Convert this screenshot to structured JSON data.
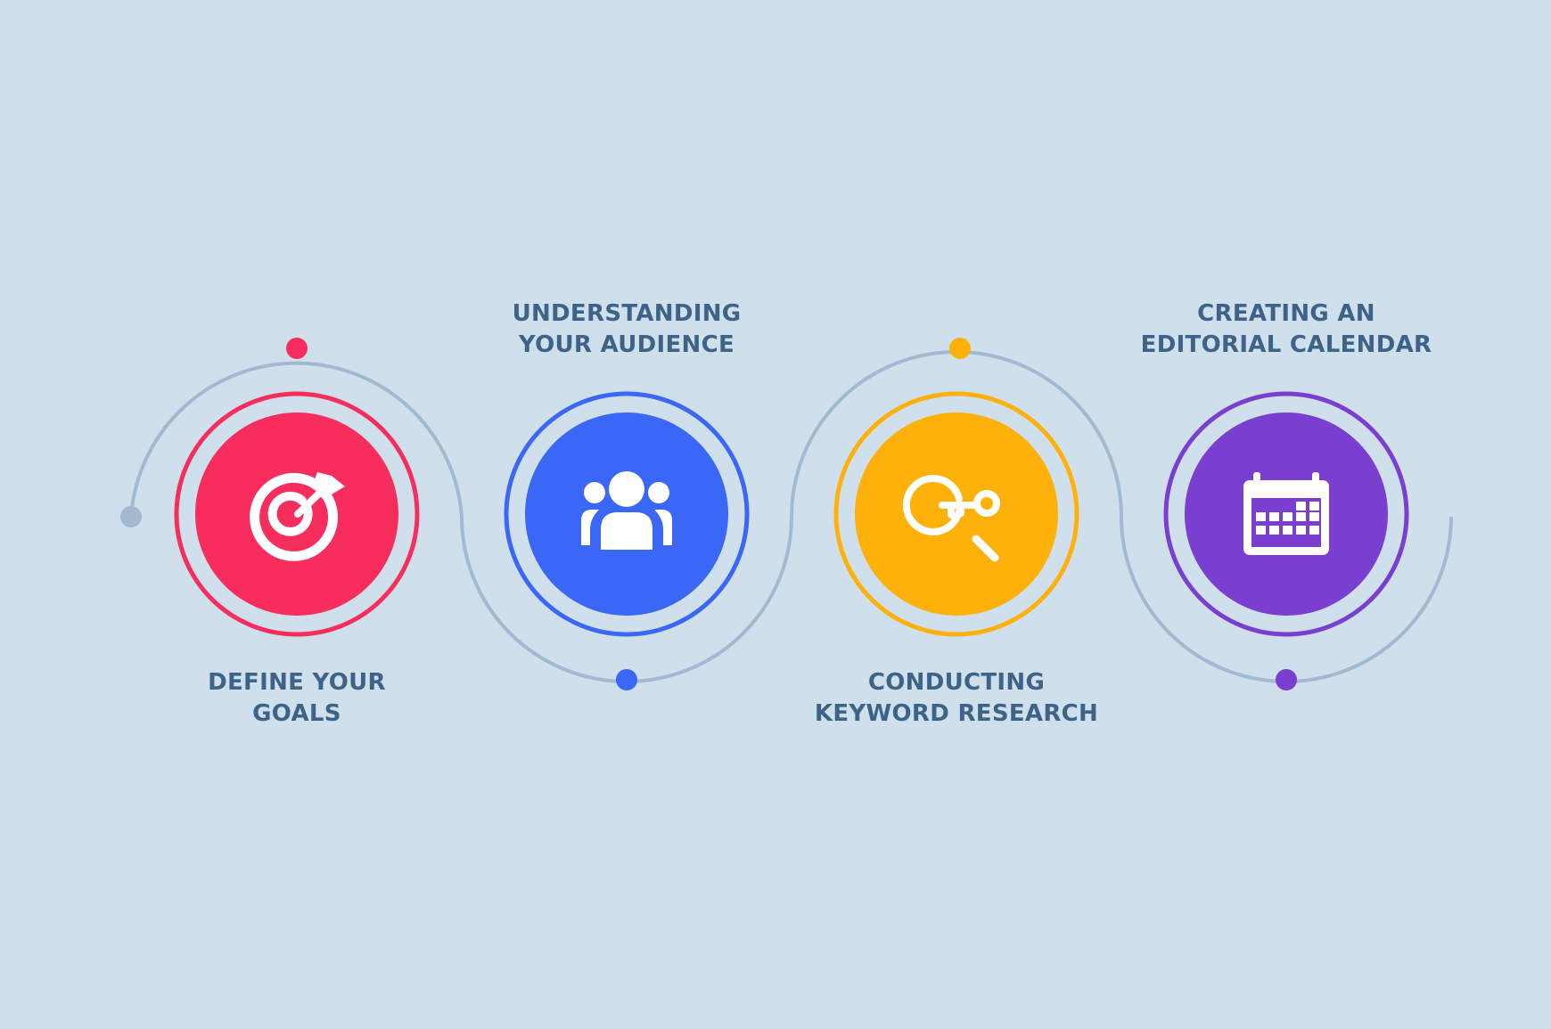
{
  "colors": {
    "background": "#cfdfec",
    "connector": "#a3b9d1",
    "label_text": "#3d6488",
    "icon": "#ffffff"
  },
  "steps": [
    {
      "label_lines": [
        "DEFINE YOUR",
        "GOALS"
      ],
      "label_position": "below",
      "icon": "target-arrow-icon",
      "color": "#f72e5d",
      "connector_dot": "top"
    },
    {
      "label_lines": [
        "UNDERSTANDING",
        "YOUR AUDIENCE"
      ],
      "label_position": "above",
      "icon": "audience-group-icon",
      "color": "#3b67f6",
      "connector_dot": "bottom"
    },
    {
      "label_lines": [
        "CONDUCTING",
        "KEYWORD RESEARCH"
      ],
      "label_position": "below",
      "icon": "keyword-search-icon",
      "color": "#fdb10a",
      "connector_dot": "top"
    },
    {
      "label_lines": [
        "CREATING AN",
        "EDITORIAL CALENDAR"
      ],
      "label_position": "above",
      "icon": "calendar-icon",
      "color": "#7a3ed0",
      "connector_dot": "bottom"
    }
  ]
}
